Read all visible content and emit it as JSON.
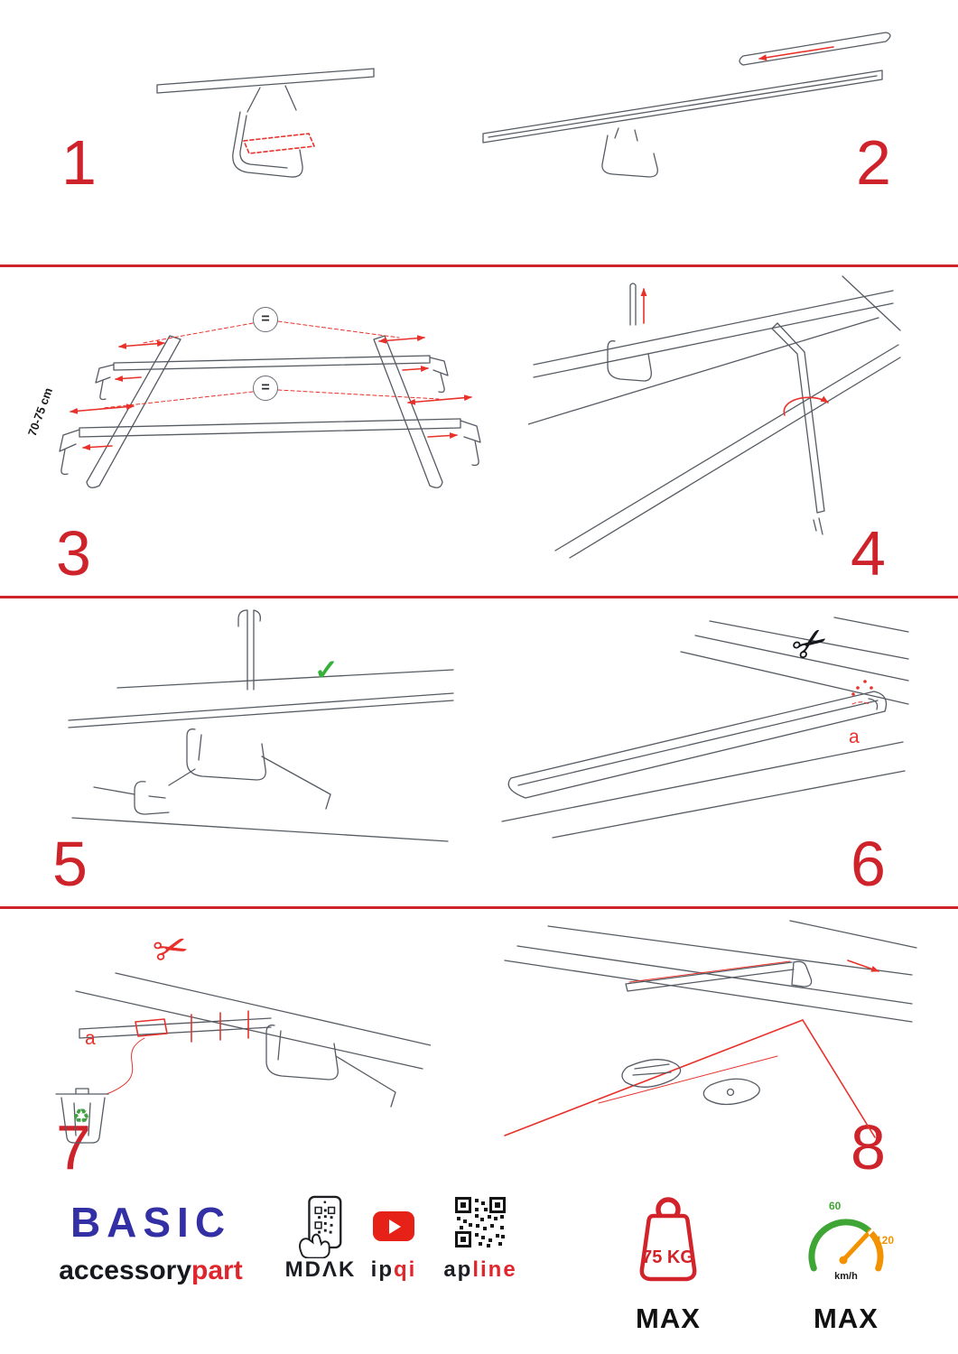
{
  "colors": {
    "accent_red": "#cf232b",
    "arrow_red": "#e8312a",
    "brand_blue": "#332fa4",
    "logo_red": "#e0262d",
    "green": "#3fa535",
    "orange": "#f39200",
    "youtube_red": "#e62117"
  },
  "steps": {
    "s1": {
      "number": "1"
    },
    "s2": {
      "number": "2"
    },
    "s3": {
      "number": "3",
      "measurement": "70-75 cm",
      "equals_top": "=",
      "equals_bottom": "="
    },
    "s4": {
      "number": "4"
    },
    "s5": {
      "number": "5"
    },
    "s6": {
      "number": "6",
      "cut_label": "a"
    },
    "s7": {
      "number": "7",
      "cut_label": "a"
    },
    "s8": {
      "number": "8"
    }
  },
  "icons": {
    "check": "✓",
    "scissors": "✂",
    "recycle": "♻"
  },
  "footer": {
    "brand": "BASIC",
    "wordmark_black": "accessory",
    "wordmark_red": "part",
    "mdak_label": "MDΛK",
    "ipqi_black": "ip",
    "ipqi_red": "qi",
    "apline_black": "ap",
    "apline_red": "line",
    "weight_limit": "75 KG",
    "weight_max_label": "MAX",
    "speed_tick_low": "60",
    "speed_tick_high": "120",
    "speed_unit": "km/h",
    "speed_max_label": "MAX"
  }
}
